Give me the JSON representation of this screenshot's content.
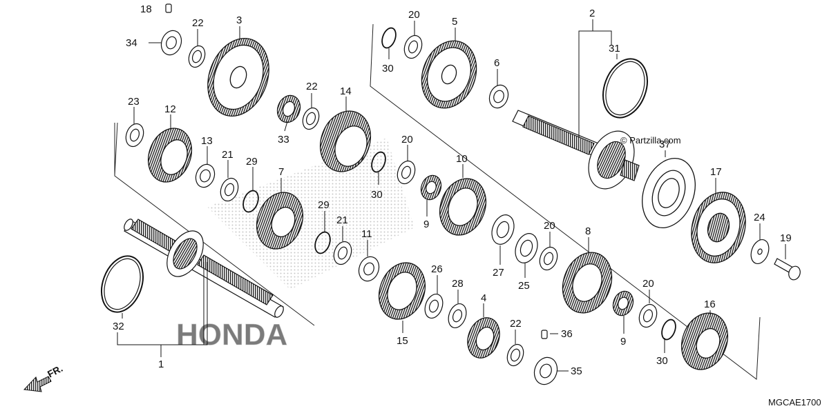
{
  "diagram": {
    "code": "MGCAE1700",
    "copyright": "© Partzilla.com",
    "front_arrow": "FR.",
    "watermark_brand": "HONDA",
    "part_numbers": [
      "1",
      "2",
      "3",
      "4",
      "5",
      "6",
      "7",
      "8",
      "9",
      "10",
      "11",
      "12",
      "13",
      "14",
      "15",
      "16",
      "17",
      "18",
      "19",
      "20",
      "21",
      "22",
      "23",
      "24",
      "25",
      "26",
      "27",
      "28",
      "29",
      "30",
      "31",
      "32",
      "33",
      "34",
      "35",
      "36",
      "37"
    ]
  }
}
